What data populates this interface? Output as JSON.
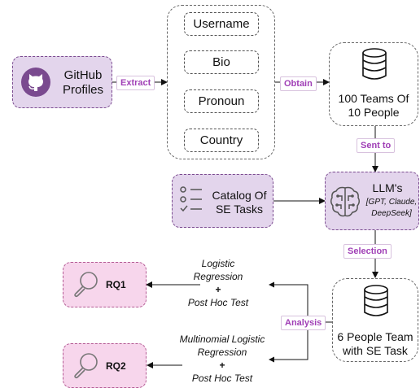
{
  "nodes": {
    "github": {
      "line1": "GitHub",
      "line2": "Profiles"
    },
    "fields": [
      "Username",
      "Bio",
      "Pronoun",
      "Country"
    ],
    "teams100": {
      "line1": "100 Teams Of",
      "line2": "10 People"
    },
    "catalog": {
      "line1": "Catalog Of",
      "line2": "SE Tasks"
    },
    "llm": {
      "title": "LLM's",
      "models1": "[GPT, Claude,",
      "models2": "DeepSeek]"
    },
    "teams6": {
      "line1": "6 People Team",
      "line2": "with SE Task"
    },
    "rq1": "RQ1",
    "rq2": "RQ2"
  },
  "edges": {
    "extract": "Extract",
    "obtain": "Obtain",
    "sent_to": "Sent to",
    "selection": "Selection",
    "analysis": "Analysis"
  },
  "methods": {
    "m1": {
      "line1": "Logistic",
      "line2": "Regression",
      "plus": "+",
      "line3": "Post Hoc Test"
    },
    "m2": {
      "line1": "Multinomial Logistic",
      "line2": "Regression",
      "plus": "+",
      "line3": "Post Hoc Test"
    }
  },
  "colors": {
    "purple_fill": "#e3d5ec",
    "pink_fill": "#f7d6ec",
    "label_text": "#a03fb6"
  }
}
